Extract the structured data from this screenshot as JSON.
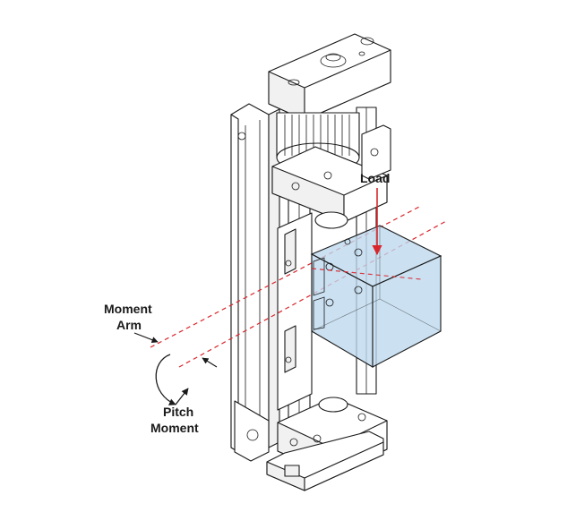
{
  "labels": {
    "load": "Load",
    "moment_arm_line1": "Moment",
    "moment_arm_line2": "Arm",
    "pitch_moment_line1": "Pitch",
    "pitch_moment_line2": "Moment"
  },
  "colors": {
    "load_arrow": "#d9262c",
    "reference_lines": "#d9262c",
    "load_block_fill": "#bcd9ee",
    "load_block_stroke": "#1a1a1a",
    "linework": "#1a1a1a"
  },
  "icons": {
    "pitch_moment_indicator": "curved-arrow-icon",
    "moment_arm_indicators": "arrow-icon"
  }
}
